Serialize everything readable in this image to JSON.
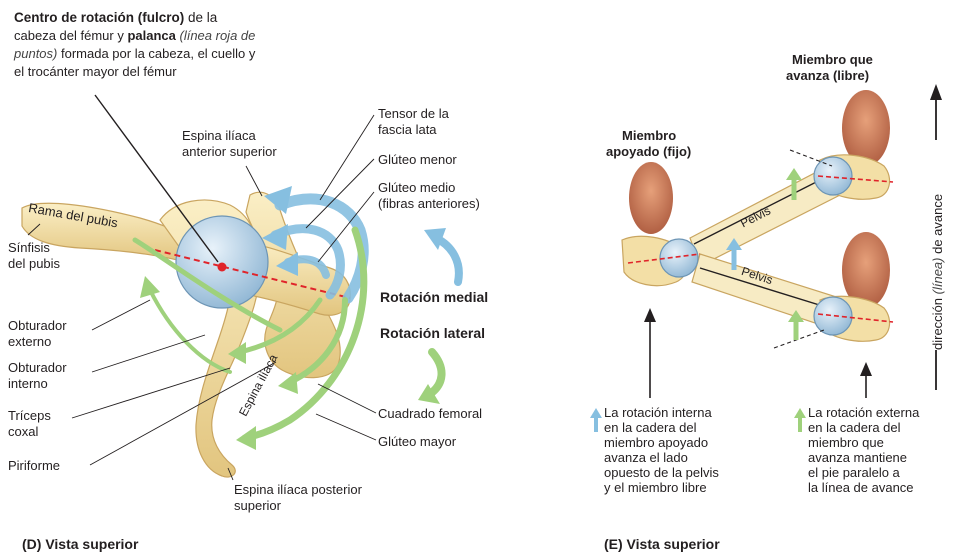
{
  "left_panel": {
    "fulcrum_note": {
      "bold1": "Centro de rotación (fulcro)",
      "t1": " de la",
      "line2": "cabeza del fémur y ",
      "bold2": "palanca",
      "it1": " (línea roja de",
      "it2": "puntos)",
      "line3": " formada por la cabeza, el cuello y",
      "line4": "el trocánter mayor del fémur"
    },
    "labels": {
      "espina_ant_1": "Espina ilíaca",
      "espina_ant_2": "anterior superior",
      "tensor_1": "Tensor de la",
      "tensor_2": "fascia lata",
      "gluteo_menor": "Glúteo menor",
      "gluteo_medio_1": "Glúteo medio",
      "gluteo_medio_2": "(fibras anteriores)",
      "rama_pubis": "Rama del pubis",
      "sinfisis_1": "Sínfisis",
      "sinfisis_2": "del pubis",
      "obt_ext_1": "Obturador",
      "obt_ext_2": "externo",
      "obt_int_1": "Obturador",
      "obt_int_2": "interno",
      "triceps_1": "Tríceps",
      "triceps_2": "coxal",
      "piriforme": "Piriforme",
      "rot_medial": "Rotación medial",
      "rot_lateral": "Rotación lateral",
      "cuadrado": "Cuadrado femoral",
      "gluteo_mayor": "Glúteo mayor",
      "espina_post_1": "Espina ilíaca posterior",
      "espina_post_2": "superior",
      "espina_iliaca_bone": "Espina ilíaca",
      "caption": "(D) Vista superior"
    }
  },
  "right_panel": {
    "libre_1": "Miembro que",
    "libre_2": "avanza (libre)",
    "fijo_1": "Miembro",
    "fijo_2": "apoyado (fijo)",
    "pelvis_1": "Pelvis",
    "pelvis_2": "Pelvis",
    "direction_1": "dirección ",
    "direction_it": "(línea)",
    "direction_2": " de avance",
    "note_internal": [
      "La rotación interna",
      "en la cadera del",
      "miembro apoyado",
      "avanza el lado",
      "opuesto de la pelvis",
      "y el miembro libre"
    ],
    "note_external": [
      "La rotación externa",
      "en la cadera del",
      "miembro que",
      "avanza mantiene",
      "el pie paralelo a",
      "la línea de avance"
    ],
    "caption": "(E) Vista superior"
  },
  "colors": {
    "bone": "#f3dfa6",
    "bone_edge": "#c9a560",
    "femur_head": "#bcd6ea",
    "blue_arrow": "#86bfe0",
    "green_arrow": "#9fd17c",
    "red_line": "#e0242a",
    "foot": "#c97a55"
  }
}
